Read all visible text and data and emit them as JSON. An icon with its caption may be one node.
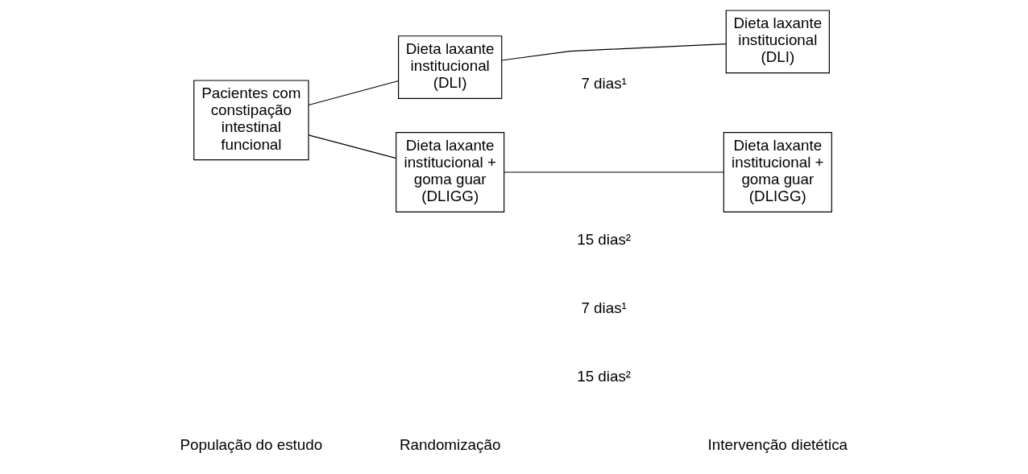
{
  "diagram": {
    "nodes": [
      {
        "text": [
          "Pacientes com constipação intestinal funcional"
        ]
      },
      {
        "text": [
          "Dieta laxante institucional (DLI)"
        ]
      },
      {
        "text": [
          "Dieta laxante institucional + goma guar (DLIGG)"
        ]
      },
      {
        "text": [
          "Dieta laxante institucional (DLI)"
        ]
      },
      {
        "text": [
          "Dieta laxante institucional + goma guar (DLIGG)"
        ]
      }
    ],
    "edges": [
      {
        "from": 0,
        "to": 1,
        "arrow": "none"
      },
      {
        "from": 0,
        "to": 2,
        "arrow": "none"
      },
      {
        "from": 1,
        "to": 3,
        "arrow": "none"
      },
      {
        "from": 2,
        "to": 4,
        "arrow": "none"
      }
    ],
    "labels": [
      "População do estudo",
      "Randomização",
      "Intervenção dietética",
      "7 dias¹",
      "15 dias²",
      "7 dias¹",
      "15 dias²"
    ]
  }
}
